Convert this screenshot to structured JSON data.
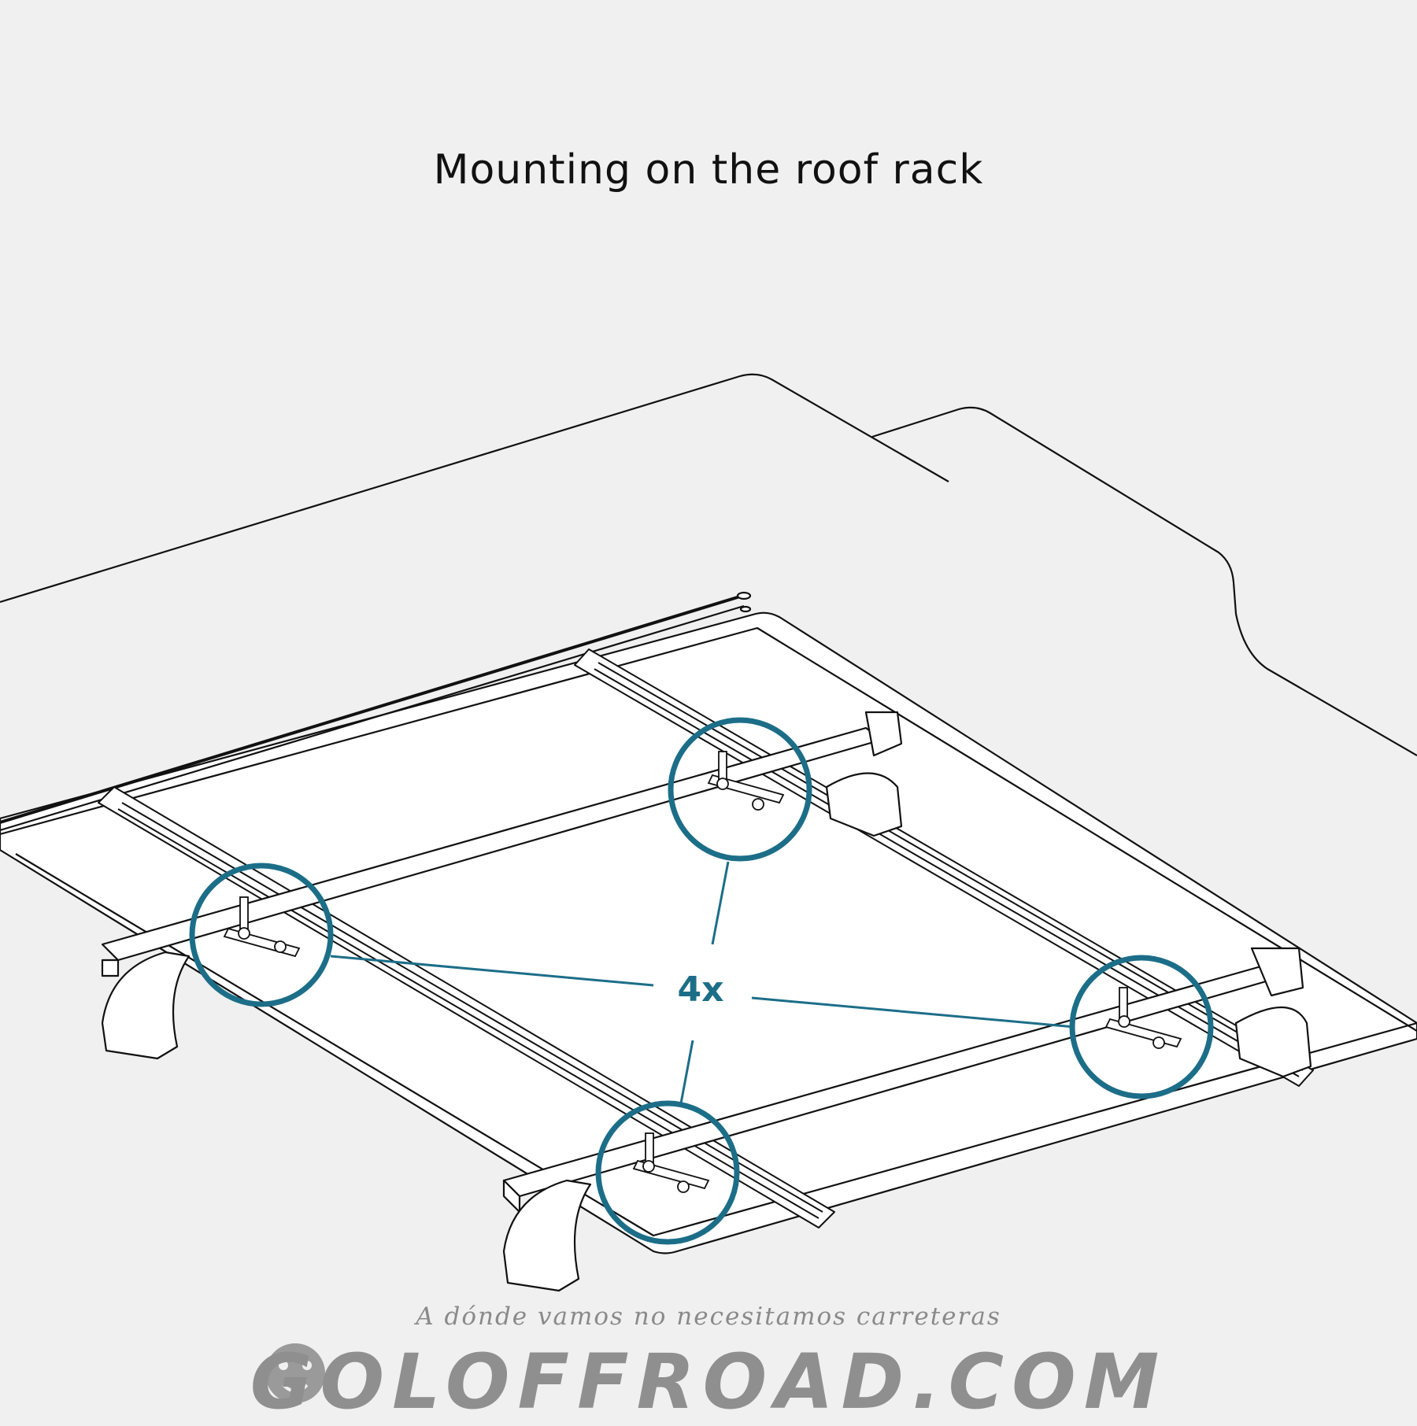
{
  "title": "Mounting on the roof rack",
  "callout_label": "4x",
  "tagline": "A dónde vamos no necesitamos carreteras",
  "brand": "GOLOFFROAD.COM",
  "colors": {
    "background": "#f0f0f0",
    "lines": "#111111",
    "accent": "#1c6e88",
    "brand": "#8f8f8f"
  }
}
